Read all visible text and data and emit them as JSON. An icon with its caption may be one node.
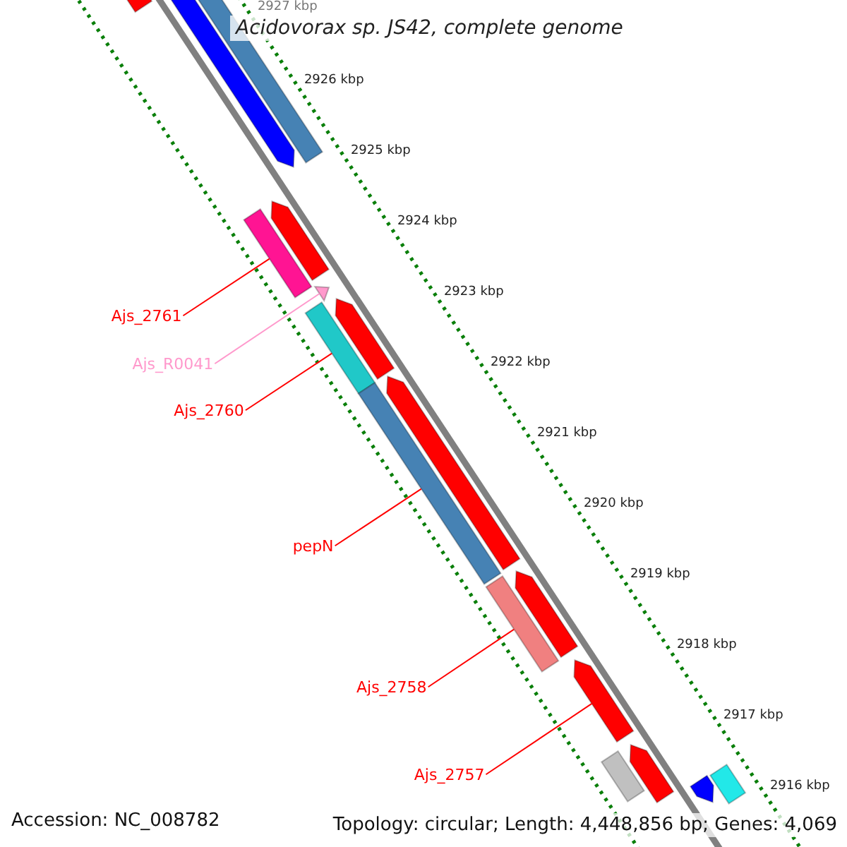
{
  "diagram": {
    "title": "Acidovorax sp. JS42, complete genome",
    "nodes": [
      {
        "text": [
          "Ajs_2761"
        ]
      },
      {
        "text": [
          "Ajs_R0041"
        ]
      },
      {
        "text": [
          "Ajs_2760"
        ]
      },
      {
        "text": [
          "pepN"
        ]
      },
      {
        "text": [
          "Ajs_2758"
        ]
      },
      {
        "text": [
          "Ajs_2757"
        ]
      },
      {
        "text": [],
        "shape": "arrow"
      },
      {
        "text": [],
        "shape": "arrow"
      },
      {
        "text": [],
        "shape": "bar"
      },
      {
        "text": [],
        "shape": "arrow"
      },
      {
        "text": [],
        "shape": "bar"
      },
      {
        "text": [],
        "shape": "triangle"
      },
      {
        "text": [],
        "shape": "bar"
      },
      {
        "text": [],
        "shape": "arrow"
      },
      {
        "text": [],
        "shape": "bar"
      },
      {
        "text": [],
        "shape": "arrow"
      },
      {
        "text": [],
        "shape": "bar"
      },
      {
        "text": [],
        "shape": "arrow"
      },
      {
        "text": [],
        "shape": "arrow"
      },
      {
        "text": [],
        "shape": "bar"
      },
      {
        "text": [],
        "shape": "arrow"
      },
      {
        "text": [],
        "shape": "bar"
      },
      {
        "text": [],
        "shape": "arrow"
      }
    ],
    "edges": [
      {
        "from": 0,
        "to": 10,
        "arrow": "none"
      },
      {
        "from": 1,
        "to": 11,
        "arrow": "none",
        "color": "#ff99cc"
      },
      {
        "from": 2,
        "to": 12,
        "arrow": "none"
      },
      {
        "from": 3,
        "to": 14,
        "arrow": "none"
      },
      {
        "from": 4,
        "to": 16,
        "arrow": "none"
      },
      {
        "from": 5,
        "to": 18,
        "arrow": "none"
      }
    ],
    "labels": [
      "2927 kbp",
      "2926 kbp",
      "2925 kbp",
      "2924 kbp",
      "2923 kbp",
      "2922 kbp",
      "2921 kbp",
      "2920 kbp",
      "2919 kbp",
      "2918 kbp",
      "2917 kbp",
      "2916 kbp",
      "Accession: NC_008782",
      "Topology: circular; Length: 4,448,856 bp; Genes: 4,069"
    ]
  }
}
